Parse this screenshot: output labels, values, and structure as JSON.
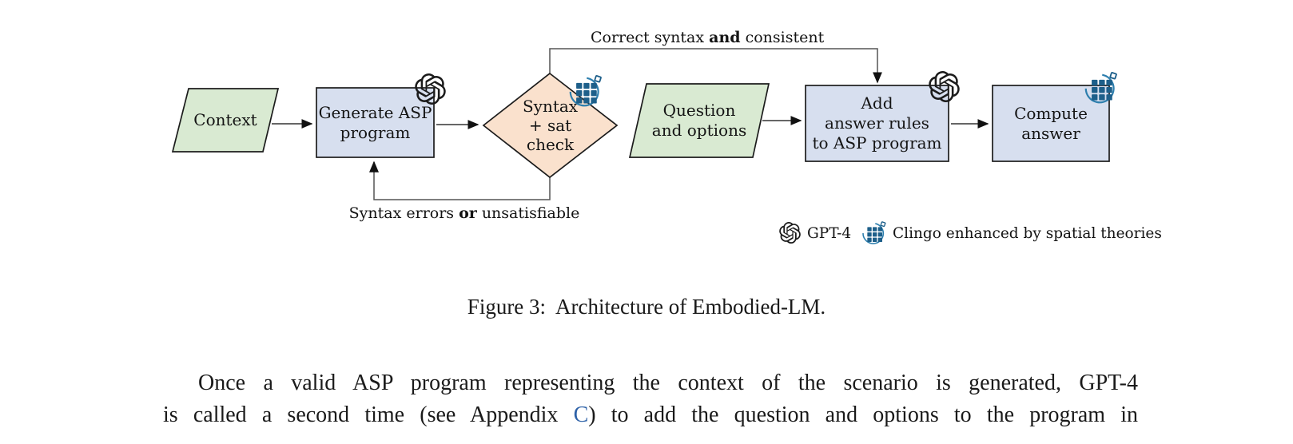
{
  "figure": {
    "nodes": {
      "context": {
        "label": "Context"
      },
      "generate": {
        "line1": "Generate ASP",
        "line2": "program"
      },
      "check": {
        "line1": "Syntax",
        "line2": "+ sat",
        "line3": "check"
      },
      "question": {
        "line1": "Question",
        "line2": "and options"
      },
      "add": {
        "line1": "Add",
        "line2": "answer rules",
        "line3": "to ASP program"
      },
      "compute": {
        "line1": "Compute",
        "line2": "answer"
      }
    },
    "edge_labels": {
      "top": {
        "normal1": "Correct syntax ",
        "bold": "and",
        "normal2": " consistent"
      },
      "bottom": {
        "normal1": "Syntax errors ",
        "bold": "or",
        "normal2": " unsatisfiable"
      }
    },
    "legend": {
      "gpt": {
        "icon": "openai-logo-icon",
        "label": "GPT-4"
      },
      "clingo": {
        "icon": "clingo-grid-icon",
        "label": "Clingo enhanced by spatial theories"
      }
    },
    "caption": "Figure 3:  Architecture of Embodied-LM."
  },
  "paragraph": {
    "line1": "Once a valid ASP program representing the context of the scenario is generated, GPT-4",
    "line2_before": "is called a second time (see Appendix ",
    "line2_link": "C",
    "line2_after": ") to add the question and options to the program in"
  },
  "colors": {
    "node_green": "#d9ead2",
    "node_blue": "#d7dfef",
    "node_peach": "#fae1cd",
    "shape_border": "#1c1c1c",
    "connector_gray": "#555555",
    "clingo_blue": "#1d5f8a",
    "clingo_arc_blue": "#2e7fae",
    "link_blue": "#2e62a8"
  }
}
